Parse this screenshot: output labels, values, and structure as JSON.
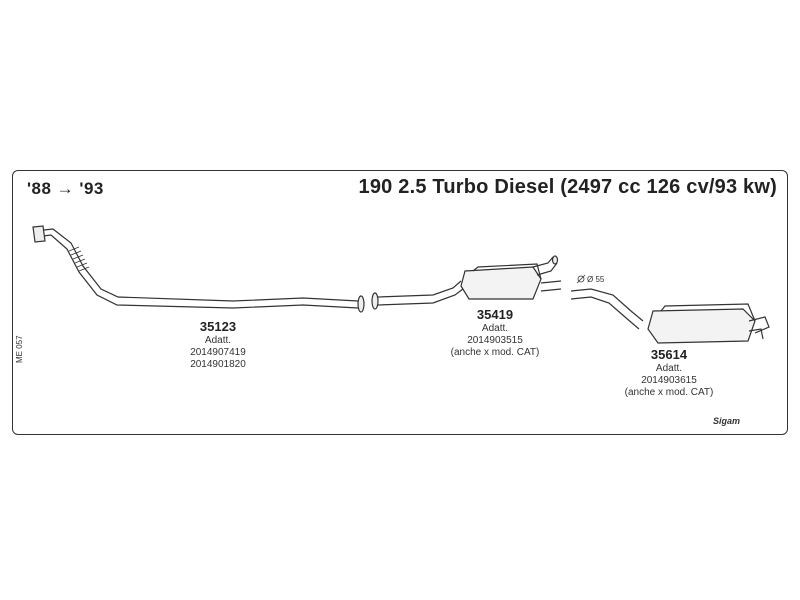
{
  "header": {
    "years": "'88 → '93",
    "title": "190 2.5 Turbo Diesel (2497 cc 126 cv/93 kw)"
  },
  "parts": [
    {
      "code": "35123",
      "lines": [
        "Adatt.",
        "2014907419",
        "2014901820"
      ]
    },
    {
      "code": "35419",
      "lines": [
        "Adatt.",
        "2014903515",
        "(anche x mod. CAT)"
      ]
    },
    {
      "code": "35614",
      "lines": [
        "Adatt.",
        "2014903615",
        "(anche x mod. CAT)"
      ]
    }
  ],
  "diameter_label": "Ø 55",
  "side_code": "ME 057",
  "brand": "Sigam"
}
